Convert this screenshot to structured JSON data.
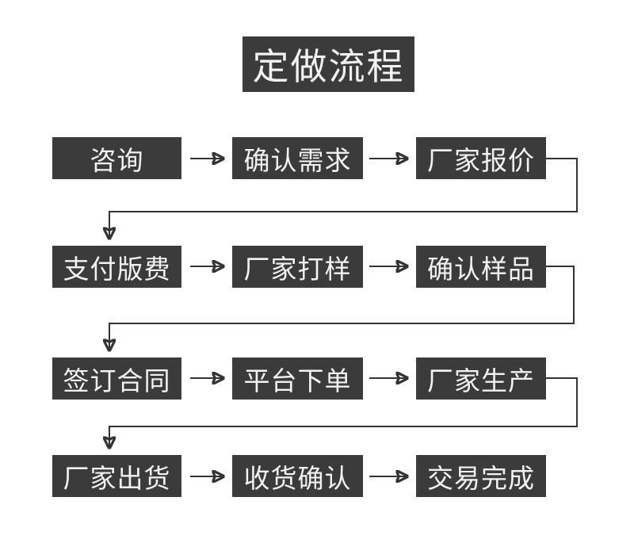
{
  "title": "定做流程",
  "colors": {
    "background": "#ffffff",
    "box_bg": "#3b3b3b",
    "box_text": "#f2f2f2",
    "line": "#333333"
  },
  "flow": {
    "rows": [
      {
        "steps": [
          "咨询",
          "确认需求",
          "厂家报价"
        ]
      },
      {
        "steps": [
          "支付版费",
          "厂家打样",
          "确认样品"
        ]
      },
      {
        "steps": [
          "签订合同",
          "平台下单",
          "厂家生产"
        ]
      },
      {
        "steps": [
          "厂家出货",
          "收货确认",
          "交易完成"
        ]
      }
    ]
  }
}
